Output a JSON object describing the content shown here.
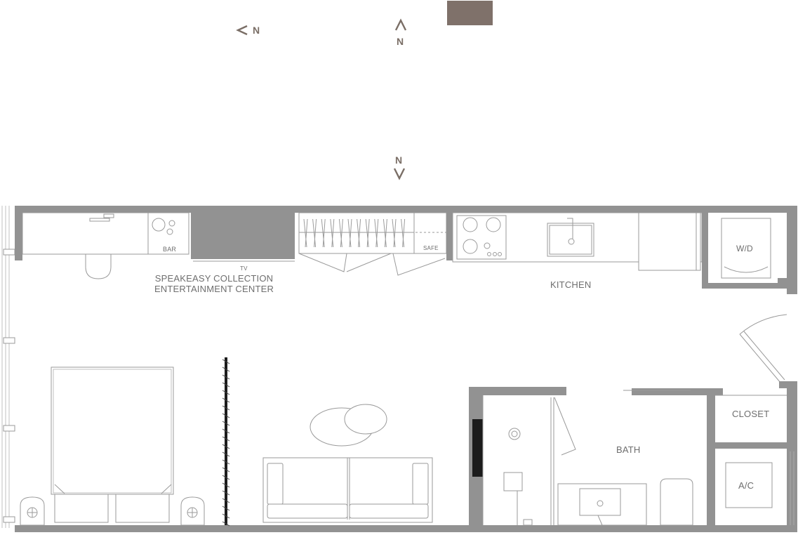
{
  "compass": {
    "north_left": "N",
    "north_up": "N",
    "north_down": "N"
  },
  "colors": {
    "swatch": "#7f716a",
    "walls": "#929292",
    "lines": "#9a9a9a",
    "labels": "#6e6e6e",
    "compass": "#7a6e66"
  },
  "labels": {
    "bar": "BAR",
    "tv": "TV",
    "safe": "SAFE",
    "entertainment_line1": "SPEAKEASY COLLECTION",
    "entertainment_line2": "ENTERTAINMENT CENTER",
    "kitchen": "KITCHEN",
    "washer_dryer": "W/D",
    "closet": "CLOSET",
    "bath": "BATH",
    "ac": "A/C"
  }
}
